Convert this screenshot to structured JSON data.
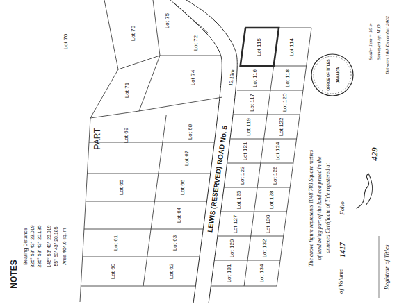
{
  "diagram": {
    "labels": [
      "NOTES",
      "Bearing  Distance",
      "325° 53' 43\"  23.019",
      "235° 53' 43\"  20.185",
      "145° 53' 43\"  23.019",
      "55° 53' 43\"  20.185",
      "Area 464.6 sq. m",
      "PART",
      "LEWIS (RESERVED) ROAD No. 5",
      "12.19m",
      "Lot 115",
      "Lot 116",
      "Lot 117",
      "Lot 119",
      "Lot 121",
      "Lot 123",
      "Lot 125",
      "Lot 127",
      "Lot 129",
      "Lot 131",
      "Lot 114",
      "Lot 118",
      "Lot 120",
      "Lot 122",
      "Lot 124",
      "Lot 126",
      "Lot 128",
      "Lot 130",
      "Lot 132",
      "Lot 134",
      "Lot 68",
      "Lot 67",
      "Lot 66",
      "Lot 64",
      "Lot 63",
      "Lot 62",
      "Lot 69",
      "Lot 65",
      "Lot 61",
      "Lot 60",
      "Lot 70",
      "Lot 71",
      "Lot 72",
      "Lot 73",
      "Lot 74",
      "Lot 75",
      "The above figure represents 1048.703 Square metres",
      "of land being part of the land comprised in the",
      "annexed Certificate of Title registered at",
      "of Volume",
      "1417",
      "Folio",
      "429",
      "Registrar of Titles",
      "OFFICE OF TITLES",
      "JAMAICA",
      "Scale: 1cm = 10 m",
      "Surveyed by: M.O.",
      "Between 10th December 2002"
    ]
  }
}
